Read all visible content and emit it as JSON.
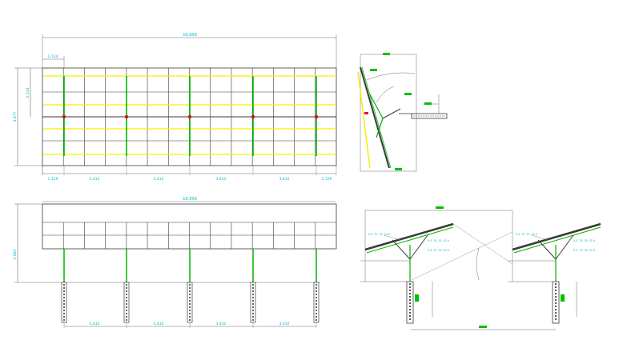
{
  "colors": {
    "frame": "#3a3a3a",
    "dim": "#6f6f6f",
    "dim_text": "#00b8c8",
    "rail": "#f2f000",
    "post": "#00b400",
    "post_core": "#111111",
    "joint": "#e0003a",
    "label_fill": "#00c000"
  },
  "plan_view": {
    "overall_width": "16,009",
    "module_width": "1,134",
    "overall_height": "4,877",
    "module_height": "2,334",
    "bottom_dims": [
      "1,129",
      "3,432",
      "3,432",
      "3,432",
      "3,432",
      "1,129"
    ]
  },
  "front_view": {
    "overall_width": "16,009",
    "height": "2,880",
    "post_spacing": [
      "3,432",
      "3,432",
      "3,432",
      "3,432"
    ]
  },
  "side_view": {
    "callouts": [
      "",
      "",
      "",
      "",
      "",
      ""
    ]
  },
  "section_view": {
    "top_dim": "",
    "bottom_dim": "",
    "callouts_left": [
      "U.S. 70. 35. S1.6",
      "U.S. 70. 35. S1.6",
      "U.S. 70. 35. S1.6"
    ],
    "callouts_right": [
      "U.S. 70. 35. S1.6",
      "U.S. 70. 35. S1.6",
      "U.S. 70. 35. S1.6"
    ]
  }
}
